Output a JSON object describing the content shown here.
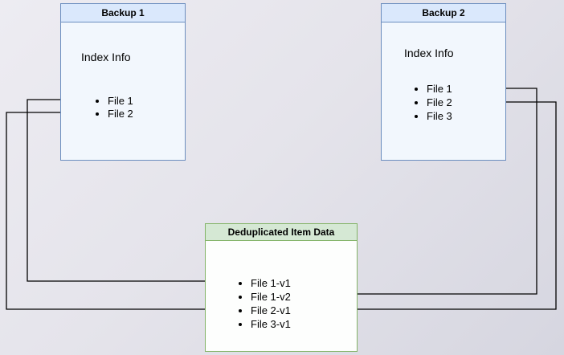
{
  "diagram": {
    "backup1": {
      "title": "Backup 1",
      "subtitle": "Index Info",
      "files": [
        "File 1",
        "File 2"
      ]
    },
    "backup2": {
      "title": "Backup 2",
      "subtitle": "Index Info",
      "files": [
        "File 1",
        "File 2",
        "File 3"
      ]
    },
    "dedup": {
      "title": "Deduplicated Item Data",
      "items": [
        "File 1-v1",
        "File 1-v2",
        "File 2-v1",
        "File 3-v1"
      ]
    },
    "edges": [
      {
        "from": "Backup 1 / File 1",
        "to": "File 1-v1"
      },
      {
        "from": "Backup 1 / File 2",
        "to": "File 2-v1"
      },
      {
        "from": "Backup 2 / File 1",
        "to": "File 1-v2"
      },
      {
        "from": "Backup 2 / File 2",
        "to": "File 2-v1"
      }
    ],
    "colors": {
      "blue_fill": "#dae8fc",
      "blue_border": "#6c8ebf",
      "green_fill": "#d5e8d4",
      "green_border": "#82b366",
      "arrow": "#000000"
    }
  }
}
